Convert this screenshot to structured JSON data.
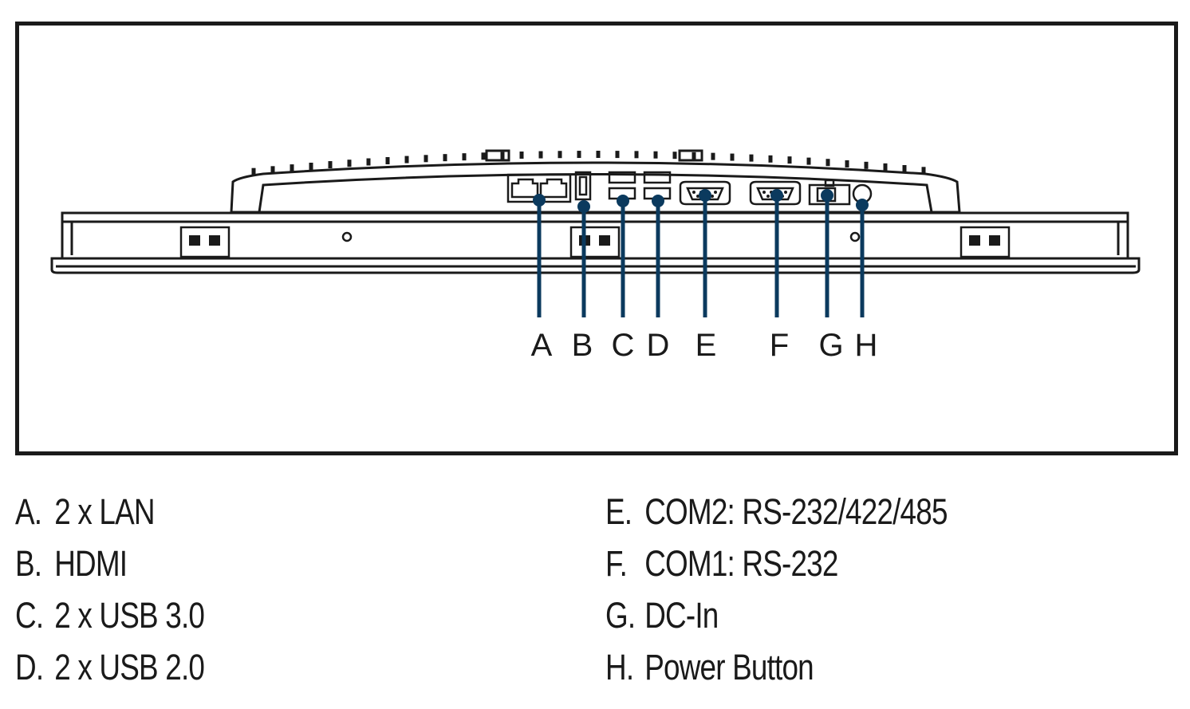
{
  "colors": {
    "callout_line": "#0b3a5e",
    "callout_dot": "#0b3a5e",
    "outline": "#1a1a1a",
    "background": "#ffffff"
  },
  "callouts": [
    {
      "letter": "A"
    },
    {
      "letter": "B"
    },
    {
      "letter": "C"
    },
    {
      "letter": "D"
    },
    {
      "letter": "E"
    },
    {
      "letter": "F"
    },
    {
      "letter": "G"
    },
    {
      "letter": "H"
    }
  ],
  "legend": [
    {
      "letter": "A.",
      "text": "2 x LAN"
    },
    {
      "letter": "B.",
      "text": "HDMI"
    },
    {
      "letter": "C.",
      "text": "2 x USB 3.0"
    },
    {
      "letter": "D.",
      "text": "2 x USB 2.0"
    },
    {
      "letter": "E.",
      "text": "COM2: RS-232/422/485"
    },
    {
      "letter": "F.",
      "text": "COM1: RS-232"
    },
    {
      "letter": "G.",
      "text": "DC-In"
    },
    {
      "letter": "H.",
      "text": "Power Button"
    }
  ]
}
